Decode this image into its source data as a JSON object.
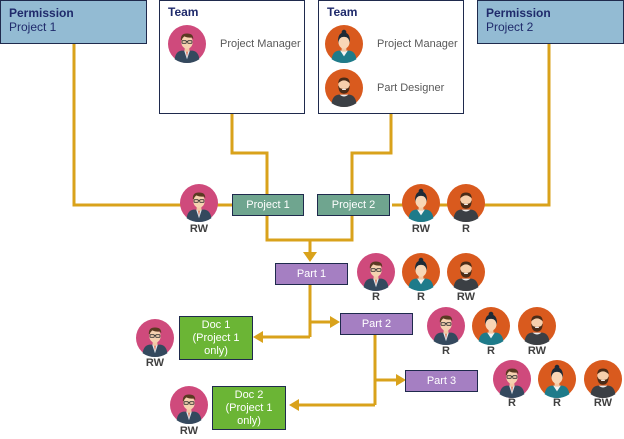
{
  "colors": {
    "connector": "#d9a21b",
    "permission_fill": "#93bbd3",
    "project_fill": "#6fa58f",
    "part_fill": "#a57fc2",
    "doc_fill": "#6bb535",
    "border": "#1f2a4d",
    "avatar_pink": "#cf4a7c",
    "avatar_orange": "#d95a1e"
  },
  "permissions": [
    {
      "title": "Permission",
      "subtitle": "Project 1"
    },
    {
      "title": "Permission",
      "subtitle": "Project 2"
    }
  ],
  "teams": [
    {
      "title": "Team",
      "members": [
        {
          "avatar": "man-glasses-avatar",
          "role": "Project Manager"
        }
      ]
    },
    {
      "title": "Team",
      "members": [
        {
          "avatar": "woman-avatar",
          "role": "Project Manager"
        },
        {
          "avatar": "bearded-man-avatar",
          "role": "Part Designer"
        }
      ]
    }
  ],
  "projects": [
    {
      "label": "Project 1",
      "access": [
        {
          "avatar": "man-glasses-avatar",
          "level": "RW"
        }
      ]
    },
    {
      "label": "Project 2",
      "access": [
        {
          "avatar": "woman-avatar",
          "level": "RW"
        },
        {
          "avatar": "bearded-man-avatar",
          "level": "R"
        }
      ]
    }
  ],
  "parts": [
    {
      "label": "Part 1",
      "access": [
        {
          "avatar": "man-glasses-avatar",
          "level": "R"
        },
        {
          "avatar": "woman-avatar",
          "level": "R"
        },
        {
          "avatar": "bearded-man-avatar",
          "level": "RW"
        }
      ]
    },
    {
      "label": "Part 2",
      "access": [
        {
          "avatar": "man-glasses-avatar",
          "level": "R"
        },
        {
          "avatar": "woman-avatar",
          "level": "R"
        },
        {
          "avatar": "bearded-man-avatar",
          "level": "RW"
        }
      ]
    },
    {
      "label": "Part 3",
      "access": [
        {
          "avatar": "man-glasses-avatar",
          "level": "R"
        },
        {
          "avatar": "woman-avatar",
          "level": "R"
        },
        {
          "avatar": "bearded-man-avatar",
          "level": "RW"
        }
      ]
    }
  ],
  "docs": [
    {
      "label": "Doc 1 (Project 1 only)",
      "line1": "Doc 1",
      "line2": "(Project 1",
      "line3": "only)",
      "access": [
        {
          "avatar": "man-glasses-avatar",
          "level": "RW"
        }
      ]
    },
    {
      "label": "Doc 2 (Project 1 only)",
      "line1": "Doc 2",
      "line2": "(Project 1",
      "line3": "only)",
      "access": [
        {
          "avatar": "man-glasses-avatar",
          "level": "RW"
        }
      ]
    }
  ]
}
